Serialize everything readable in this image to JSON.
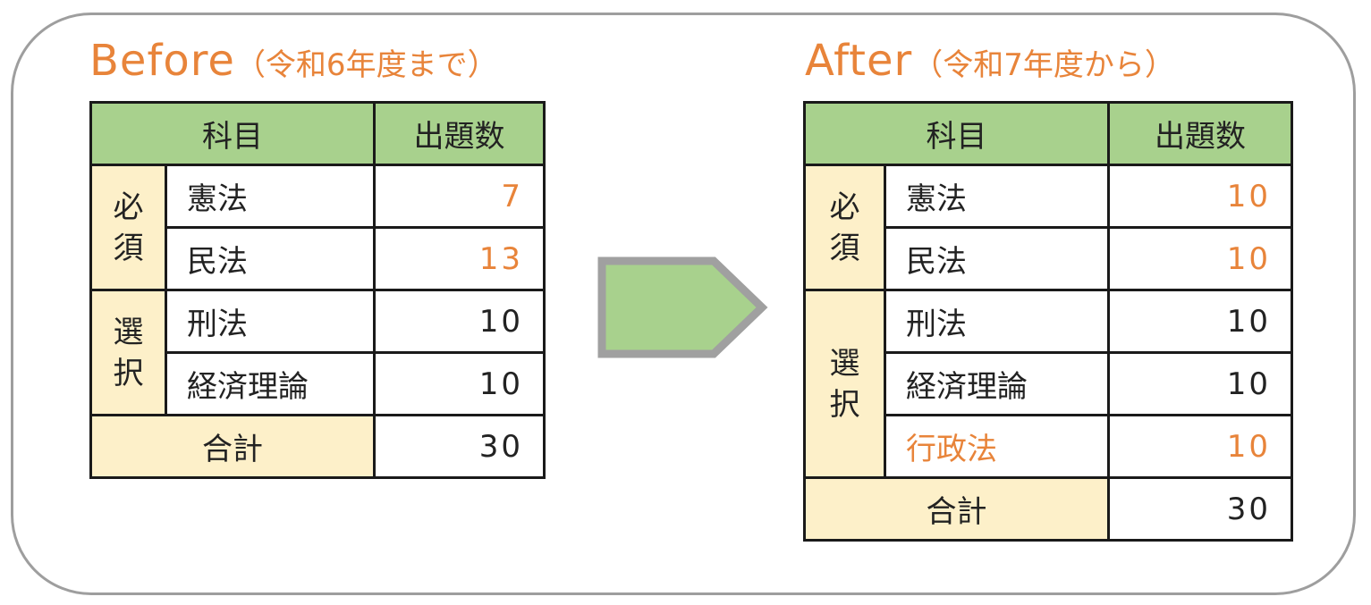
{
  "before": {
    "heading": "Before",
    "period": "（令和6年度まで）",
    "header": {
      "subject": "科目",
      "count": "出題数"
    },
    "groups": [
      {
        "label": "必須",
        "rows": [
          {
            "subject": "憲法",
            "count": "7",
            "highlight": true
          },
          {
            "subject": "民法",
            "count": "13",
            "highlight": true
          }
        ]
      },
      {
        "label": "選択",
        "rows": [
          {
            "subject": "刑法",
            "count": "10",
            "highlight": false
          },
          {
            "subject": "経済理論",
            "count": "10",
            "highlight": false
          }
        ]
      }
    ],
    "total": {
      "label": "合計",
      "count": "30"
    }
  },
  "after": {
    "heading": "After",
    "period": "（令和7年度から）",
    "header": {
      "subject": "科目",
      "count": "出題数"
    },
    "groups": [
      {
        "label": "必須",
        "rows": [
          {
            "subject": "憲法",
            "count": "10",
            "highlight": true
          },
          {
            "subject": "民法",
            "count": "10",
            "highlight": true
          }
        ]
      },
      {
        "label": "選択",
        "rows": [
          {
            "subject": "刑法",
            "count": "10",
            "highlight": false
          },
          {
            "subject": "経済理論",
            "count": "10",
            "highlight": false
          },
          {
            "subject": "行政法",
            "count": "10",
            "highlight": true,
            "subject_highlight": true
          }
        ]
      }
    ],
    "total": {
      "label": "合計",
      "count": "30"
    }
  },
  "colors": {
    "accent_orange": "#e8843a",
    "header_green": "#a8d18d",
    "group_cream": "#fdf0c9",
    "arrow_fill": "#a8d18d",
    "arrow_border": "#a0a0a0",
    "frame_border": "#9e9e9e"
  },
  "icons": {
    "arrow": "right-pentagon-arrow-icon"
  }
}
